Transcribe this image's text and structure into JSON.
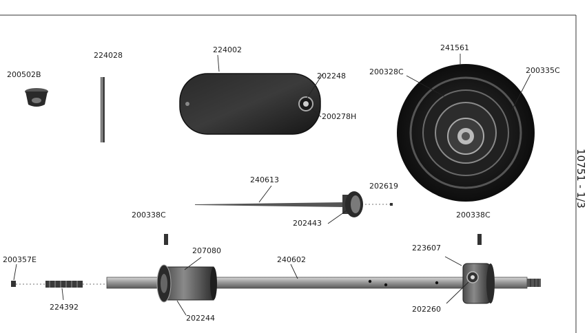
{
  "diagram": {
    "side_label": "10751 - 1/3",
    "parts": {
      "p200502B": "200502B",
      "p224028": "224028",
      "p224002": "224002",
      "p202248": "202248",
      "p200278H": "200278H",
      "p241561": "241561",
      "p200328C": "200328C",
      "p200335C": "200335C",
      "p240613": "240613",
      "p202619": "202619",
      "p202443": "202443",
      "p200338C_left": "200338C",
      "p200338C_right": "200338C",
      "p207080": "207080",
      "p240602": "240602",
      "p223607": "223607",
      "p200357E": "200357E",
      "p224392": "224392",
      "p202244": "202244",
      "p202260": "202260"
    }
  }
}
